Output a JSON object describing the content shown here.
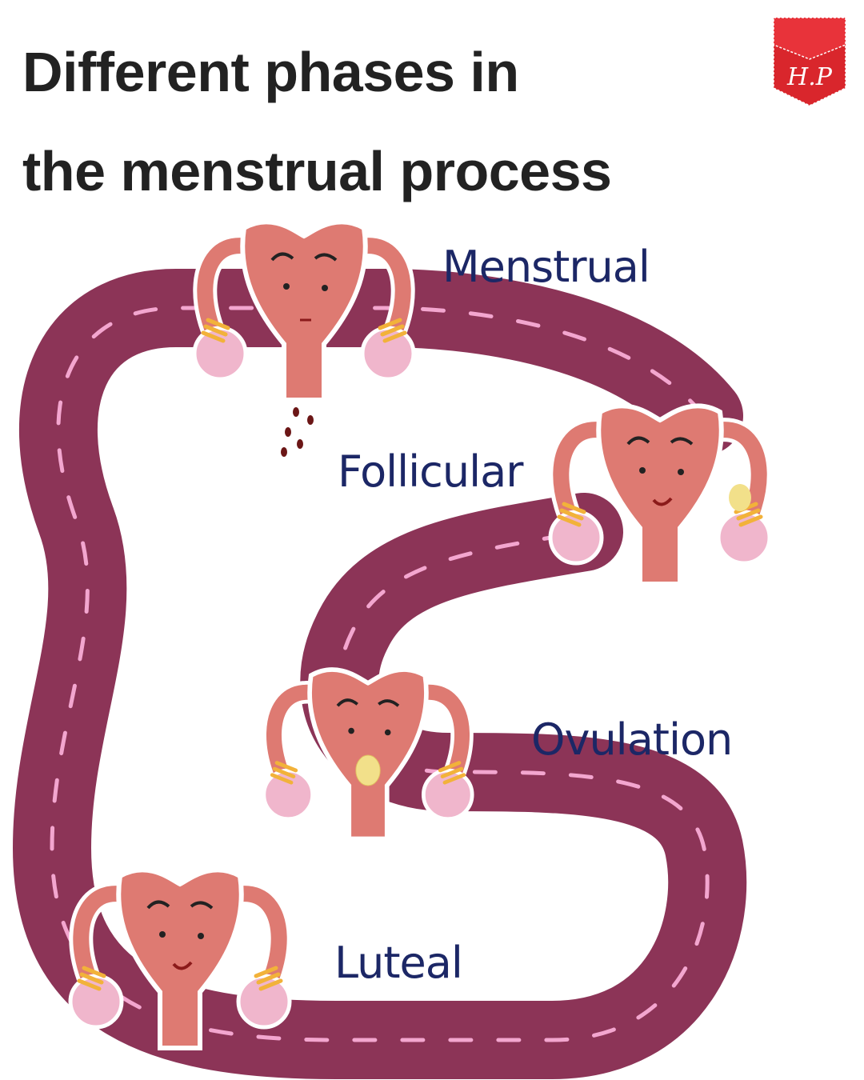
{
  "title": {
    "line1": "Different phases in",
    "line2": "the menstrual process"
  },
  "logo": {
    "text": "H.P",
    "color": "#d9262c"
  },
  "phases": [
    {
      "label": "Menstrual"
    },
    {
      "label": "Follicular"
    },
    {
      "label": "Ovulation"
    },
    {
      "label": "Luteal"
    }
  ],
  "colors": {
    "road": "#8c3457",
    "dash": "#f3a6cf",
    "uterus": "#de7a72",
    "ovary": "#f0b6cc",
    "fimbria": "#f2b23a",
    "label": "#1c2766",
    "egg": "#f2e08a",
    "blood": "#6b1616"
  }
}
